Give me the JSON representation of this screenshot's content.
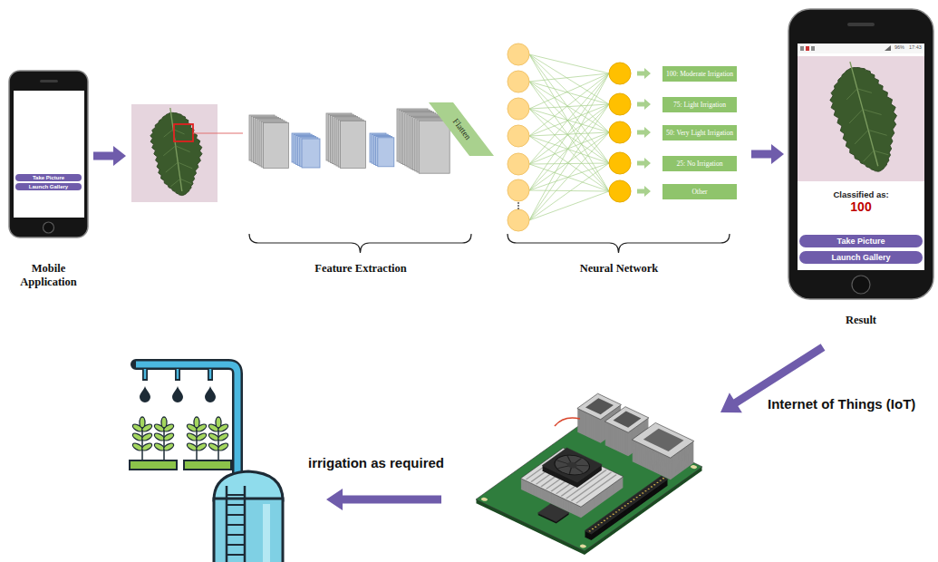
{
  "diagram": {
    "nodes": [
      {
        "text": [
          "Mobile Application"
        ]
      },
      {
        "text": [
          "Take Picture"
        ],
        "in": 0
      },
      {
        "text": [
          "Launch Gallery"
        ],
        "in": 0
      },
      {
        "text": [
          "Flatten"
        ]
      },
      {
        "text": [
          "100: Moderate Irrigation"
        ]
      },
      {
        "text": [
          "75: Light Irrigation"
        ]
      },
      {
        "text": [
          "50: Very Light Irrigation"
        ]
      },
      {
        "text": [
          "25: No Irrigation"
        ]
      },
      {
        "text": [
          "Other"
        ]
      },
      {
        "text": [
          "Classified as:",
          "100",
          "Result"
        ]
      },
      {
        "text": [
          "Take Picture"
        ],
        "in": 9
      },
      {
        "text": [
          "Launch Gallery"
        ],
        "in": 9
      }
    ],
    "labels": [
      "Feature Extraction",
      "Neural Network",
      "96%",
      "17:43",
      "Internet of Things (IoT)",
      "irrigation as required"
    ]
  }
}
